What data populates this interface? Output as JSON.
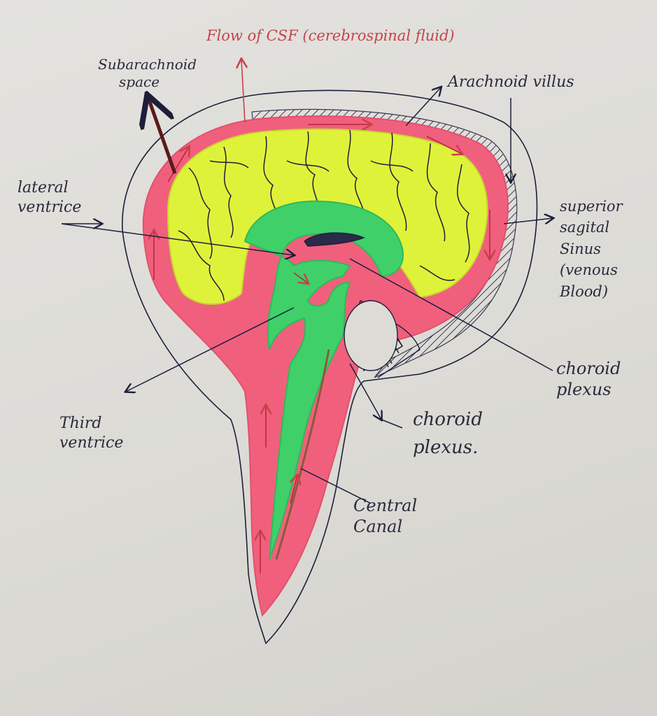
{
  "labels": {
    "flow_title": "Flow of CSF (cerebrospinal fluid)",
    "subarachnoid": [
      "Subarachnoid",
      "space"
    ],
    "arachnoid_villus": "Arachnoid villus",
    "lateral_ventricle": [
      "lateral",
      "ventrice"
    ],
    "superior_sagittal_sinus": [
      "superior",
      "sagital",
      "Sinus",
      "(venous",
      "Blood)"
    ],
    "choroid_plexus_right": [
      "choroid",
      "plexus"
    ],
    "choroid_plexus_center": [
      "choroid",
      "plexus."
    ],
    "third_ventricle": [
      "Third",
      "ventrice"
    ],
    "central_canal": [
      "Central",
      "Canal"
    ]
  },
  "colors": {
    "csf_pink": "#f0607d",
    "brain_yellow": "#dff23a",
    "ventricle_green": "#3fd06a",
    "ink": "#1e1e3a",
    "red_ink": "#c8424a",
    "paper": "#dddcd7"
  }
}
